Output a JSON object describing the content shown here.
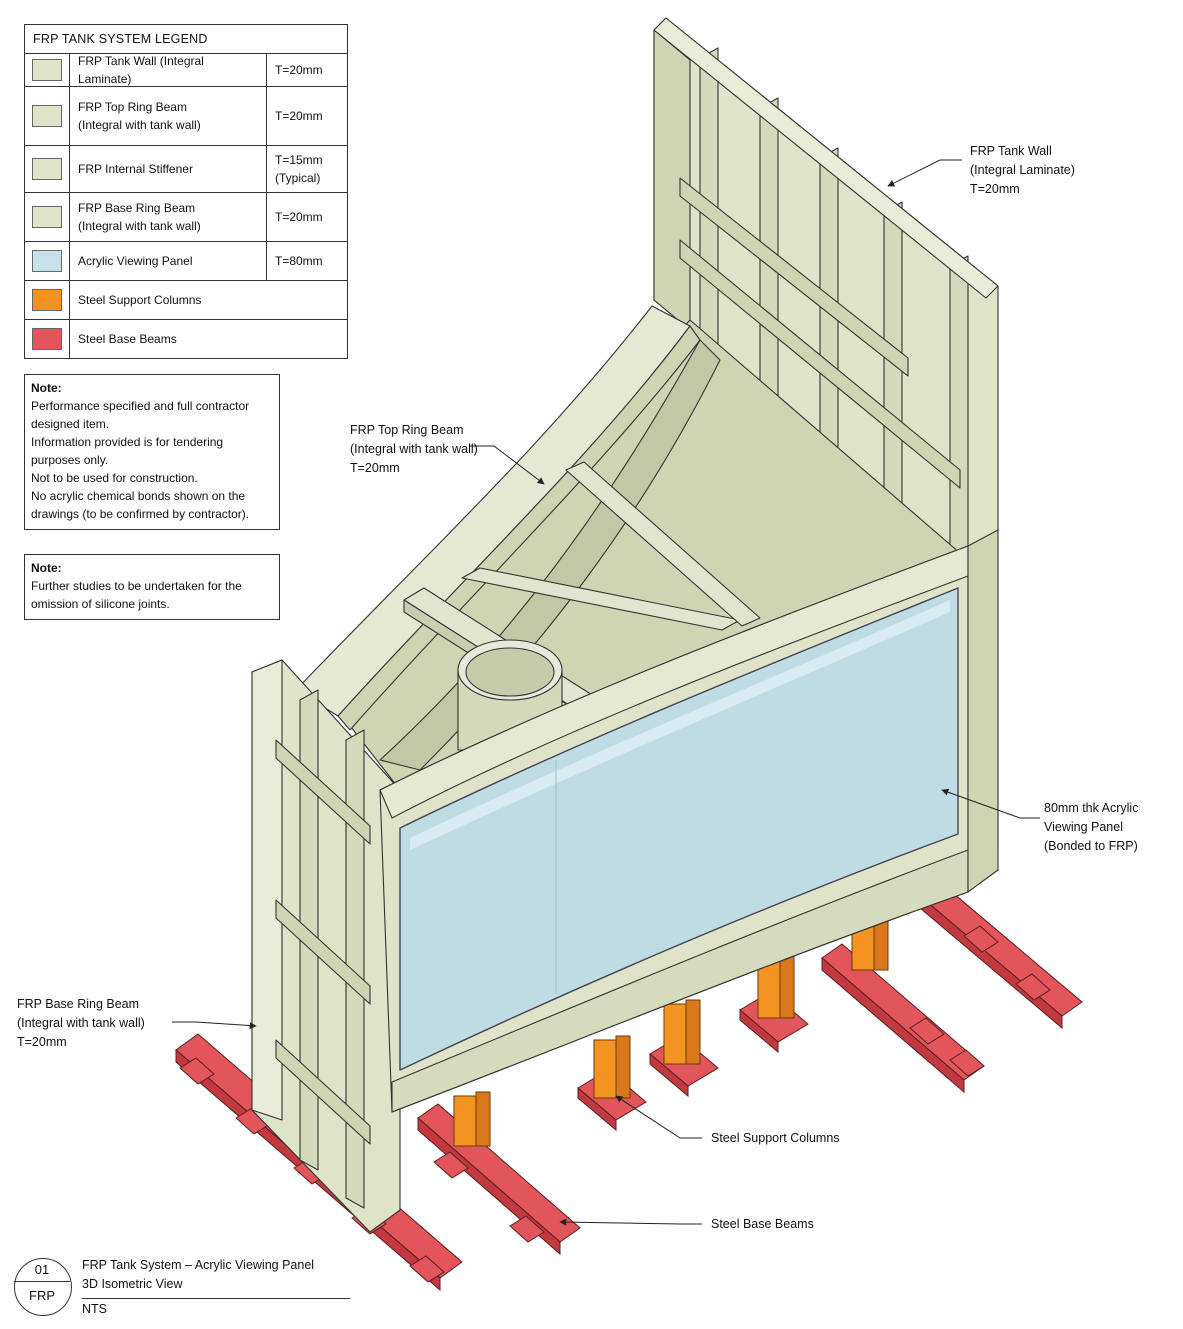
{
  "colors": {
    "frp": "#dfe3c8",
    "frp_shade": "#cfd4b3",
    "frp_dark": "#b9bf9d",
    "acrylic": "#bfdbe3",
    "acrylic_dark": "#a9cbd6",
    "steel_column": "#f39322",
    "steel_column_dark": "#d9781a",
    "steel_beam": "#e2555a",
    "steel_beam_dark": "#c23a40",
    "line": "#333333"
  },
  "legend": {
    "title": "FRP TANK SYSTEM LEGEND",
    "items": [
      {
        "label": "FRP Tank Wall (Integral Laminate)",
        "thickness": "T=20mm",
        "color": "#dfe3c8"
      },
      {
        "label": "FRP Top Ring Beam\n(Integral with tank wall)",
        "thickness": "T=20mm",
        "color": "#dfe3c8"
      },
      {
        "label": "FRP Internal Stiffener",
        "thickness": "T=15mm\n(Typical)",
        "color": "#dfe3c8"
      },
      {
        "label": "FRP Base Ring Beam\n(Integral with tank wall)",
        "thickness": "T=20mm",
        "color": "#dfe3c8"
      },
      {
        "label": "Acrylic Viewing Panel",
        "thickness": "T=80mm",
        "color": "#c6e1ea"
      },
      {
        "label": "Steel Support Columns",
        "thickness": "",
        "color": "#f39322"
      },
      {
        "label": "Steel Base Beams",
        "thickness": "",
        "color": "#e2555a"
      }
    ]
  },
  "notes": [
    {
      "title": "Note:",
      "lines": [
        "Performance specified and full contractor",
        "designed item.",
        "Information provided is for tendering",
        "purposes only.",
        "Not to be used for construction.",
        "No acrylic chemical bonds shown on the",
        "drawings (to be confirmed by contractor)."
      ]
    },
    {
      "title": "Note:",
      "lines": [
        "Further studies to be undertaken for the",
        "omission of silicone joints."
      ]
    }
  ],
  "callouts": {
    "tank_wall": [
      "FRP Tank Wall",
      "(Integral Laminate)",
      "T=20mm"
    ],
    "top_ring": [
      "FRP Top Ring Beam",
      "(Integral with tank wall)",
      "T=20mm"
    ],
    "acrylic": [
      "80mm thk Acrylic",
      "Viewing Panel",
      "(Bonded to FRP)"
    ],
    "base_ring": [
      "FRP Base Ring Beam",
      "(Integral with tank wall)",
      "T=20mm"
    ],
    "columns": [
      "Steel Support Columns"
    ],
    "beams": [
      "Steel Base Beams"
    ]
  },
  "title_block": {
    "number": "01",
    "code": "FRP",
    "title_line1": "FRP Tank System – Acrylic Viewing Panel",
    "title_line2": "3D Isometric View",
    "scale": "NTS"
  }
}
